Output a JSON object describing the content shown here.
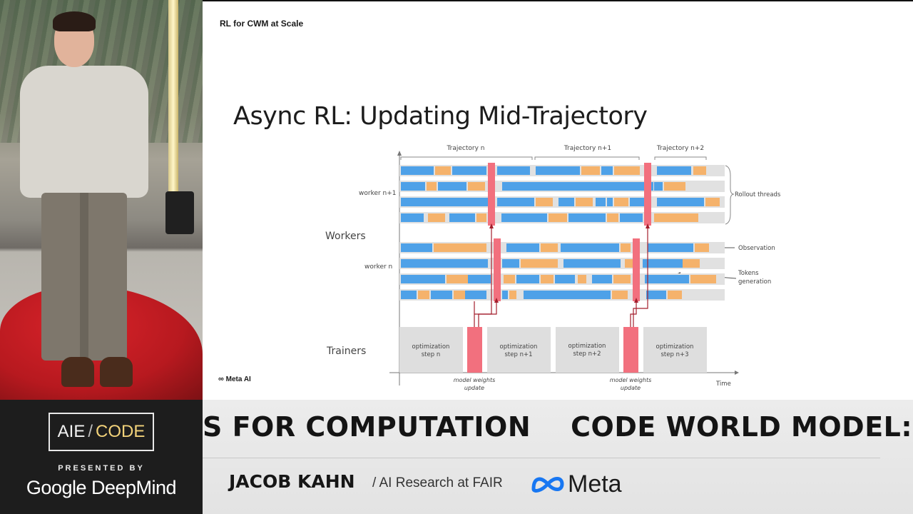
{
  "slide": {
    "header": "RL for CWM at Scale",
    "title": "Async RL: Updating Mid-Trajectory",
    "footer_logo": "Meta AI"
  },
  "diagram": {
    "trajectory_labels": [
      "Trajectory n",
      "Trajectory n+1",
      "Trajectory n+2"
    ],
    "worker_labels": [
      "worker n+1",
      "worker n"
    ],
    "section_labels": [
      "Workers",
      "Trainers"
    ],
    "annotations": [
      "Rollout threads",
      "Observation",
      "Tokens",
      "generation"
    ],
    "optimization_steps": [
      [
        "optimization",
        "step n"
      ],
      [
        "optimization",
        "step n+1"
      ],
      [
        "optimization",
        "step n+2"
      ],
      [
        "optimization",
        "step n+3"
      ]
    ],
    "update_labels": [
      [
        "model weights",
        "update"
      ],
      [
        "model weights",
        "update"
      ]
    ],
    "time_label": "Time",
    "colors": {
      "tokens": "#4ea1e8",
      "observation": "#f5b26b",
      "update": "#f2707e",
      "lane": "#e1e1e1",
      "trainer": "#dedede"
    }
  },
  "brand": {
    "event_left": "AIE",
    "event_right": "CODE",
    "presented_by": "PRESENTED BY",
    "sponsor": "Google DeepMind"
  },
  "banner": {
    "marquee": [
      "S FOR COMPUTATION",
      "CODE WORLD MODEL: I"
    ],
    "speaker_name": "JACOB KAHN",
    "speaker_role": "/ AI Research at FAIR",
    "company": "Meta",
    "company_icon": "meta-infinity-icon"
  }
}
